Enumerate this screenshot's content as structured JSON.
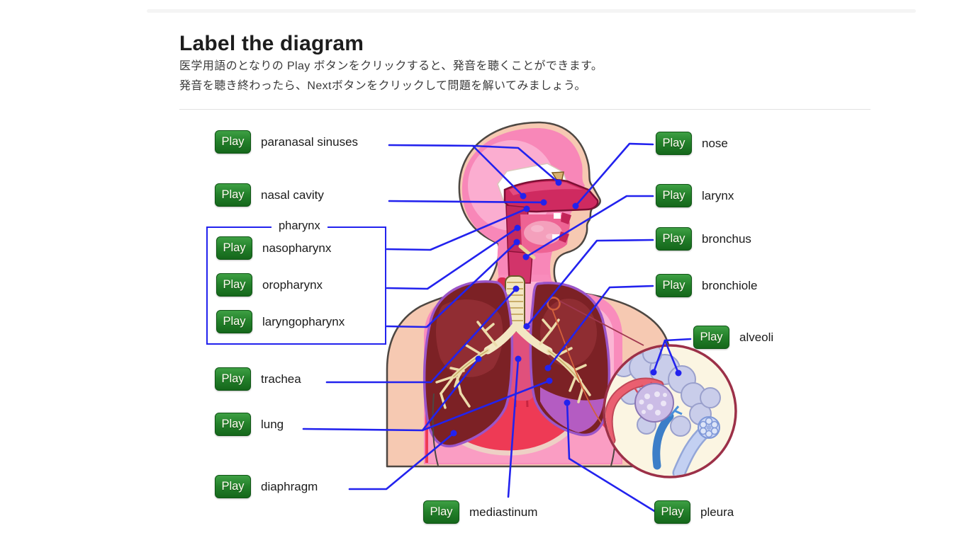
{
  "header": {
    "title": "Label the diagram",
    "instruction_line1": "医学用語のとなりの Play ボタンをクリックすると、発音を聴くことができます。",
    "instruction_line2": "発音を聴き終わったら、Nextボタンをクリックして問題を解いてみましょう。"
  },
  "play_button": {
    "label": "Play"
  },
  "pharynx_group": {
    "label": "pharynx"
  },
  "terms": {
    "paranasal_sinuses": "paranasal sinuses",
    "nasal_cavity": "nasal cavity",
    "nasopharynx": "nasopharynx",
    "oropharynx": "oropharynx",
    "laryngopharynx": "laryngopharynx",
    "trachea": "trachea",
    "lung": "lung",
    "diaphragm": "diaphragm",
    "nose": "nose",
    "larynx": "larynx",
    "bronchus": "bronchus",
    "bronchiole": "bronchiole",
    "alveoli": "alveoli",
    "pleura": "pleura",
    "mediastinum": "mediastinum"
  },
  "colors": {
    "leader_line_blue": "#2222ee",
    "play_button_green": "#23802a",
    "lung_maroon": "#7c2125",
    "pleura_purple": "#b45cc2",
    "skin": "#f6c9b2",
    "body_pink": "#f98cbc",
    "inset_background": "#fbf5e2",
    "inset_border": "#9c3048"
  }
}
